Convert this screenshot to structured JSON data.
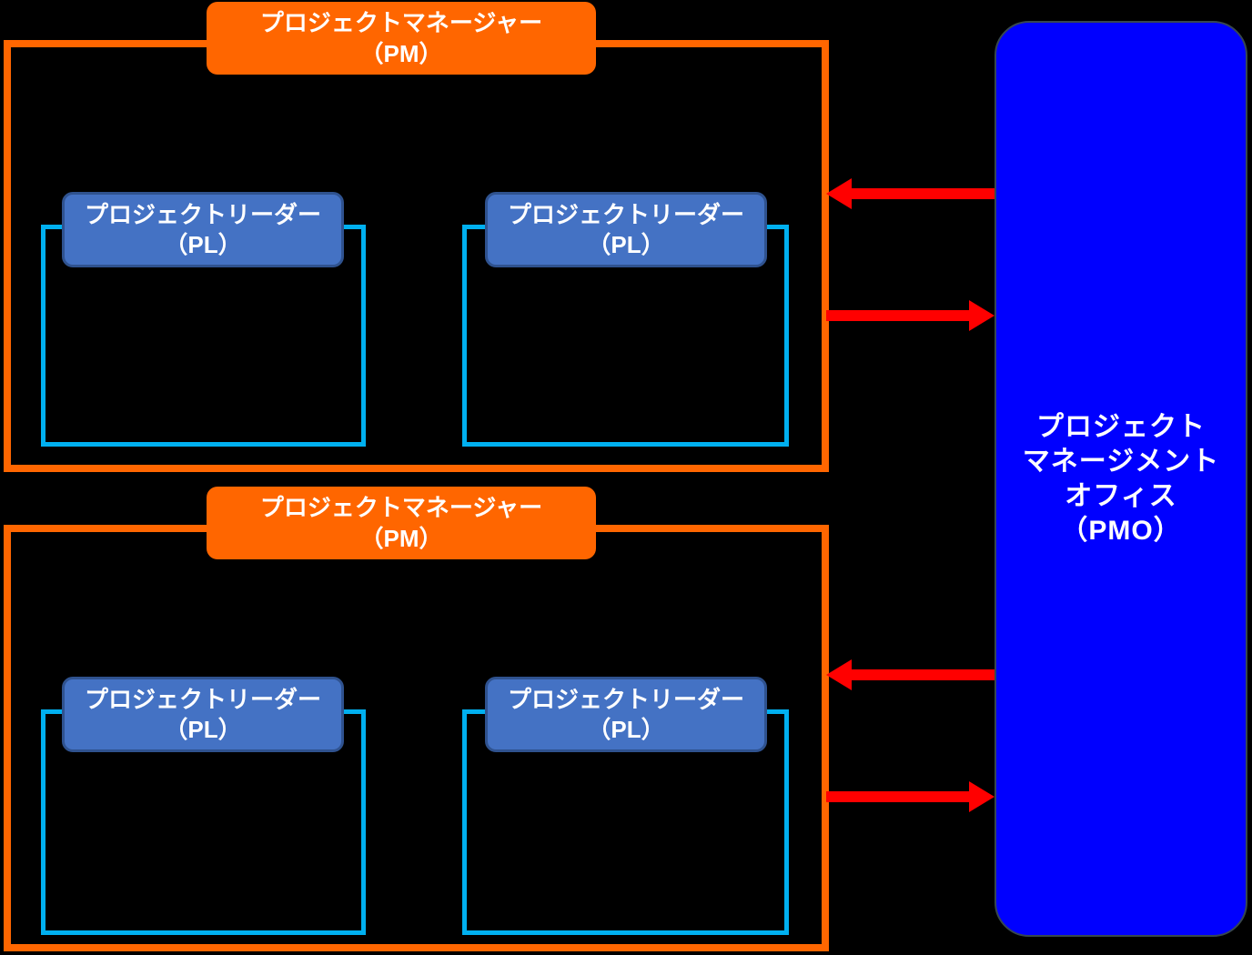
{
  "background": "#000000",
  "colors": {
    "group_border_orange": "#FF6600",
    "pm_fill_orange": "#FF6600",
    "pl_fill_blue": "#4472C4",
    "pl_border_navy": "#2F528F",
    "team_border_cyan": "#00B0F0",
    "pmo_fill_blue": "#0000FF",
    "pmo_border": "#37474F",
    "arrow_red": "#FF0000",
    "text_white": "#FFFFFF"
  },
  "pm_box": {
    "line1": "プロジェクトマネージャー",
    "line2": "（PM）"
  },
  "pl_box": {
    "line1": "プロジェクトリーダー",
    "line2": "（PL）"
  },
  "pmo_box": {
    "lines": [
      "プロジェクト",
      "マネージメント",
      "オフィス",
      "（PMO）"
    ]
  }
}
